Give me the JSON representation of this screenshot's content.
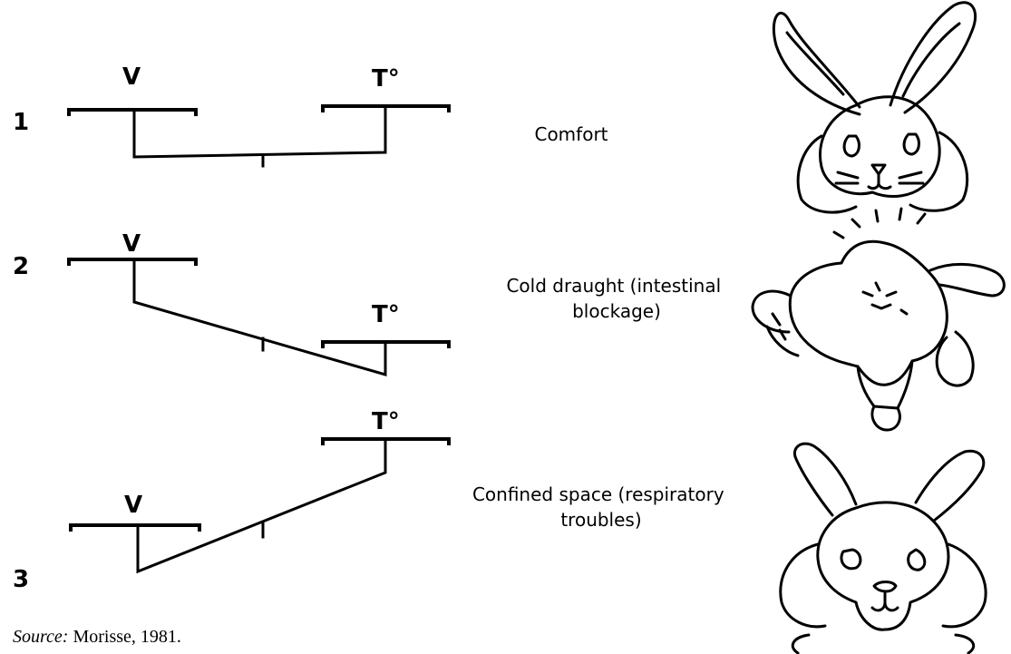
{
  "rows": [
    {
      "number": "1",
      "v_label": "V",
      "t_label": "T°",
      "caption_lines": [
        "Comfort"
      ]
    },
    {
      "number": "2",
      "v_label": "V",
      "t_label": "T°",
      "caption_lines": [
        "Cold draught (intestinal",
        "blockage)"
      ]
    },
    {
      "number": "3",
      "v_label": "V",
      "t_label": "T°",
      "caption_lines": [
        "Confined space (respiratory",
        "troubles)"
      ]
    }
  ],
  "source": {
    "label": "Source:",
    "text": " Morisse, 1981."
  },
  "illustrations": [
    "rabbit-comfort",
    "rabbit-cold-draught",
    "rabbit-confined-space"
  ]
}
